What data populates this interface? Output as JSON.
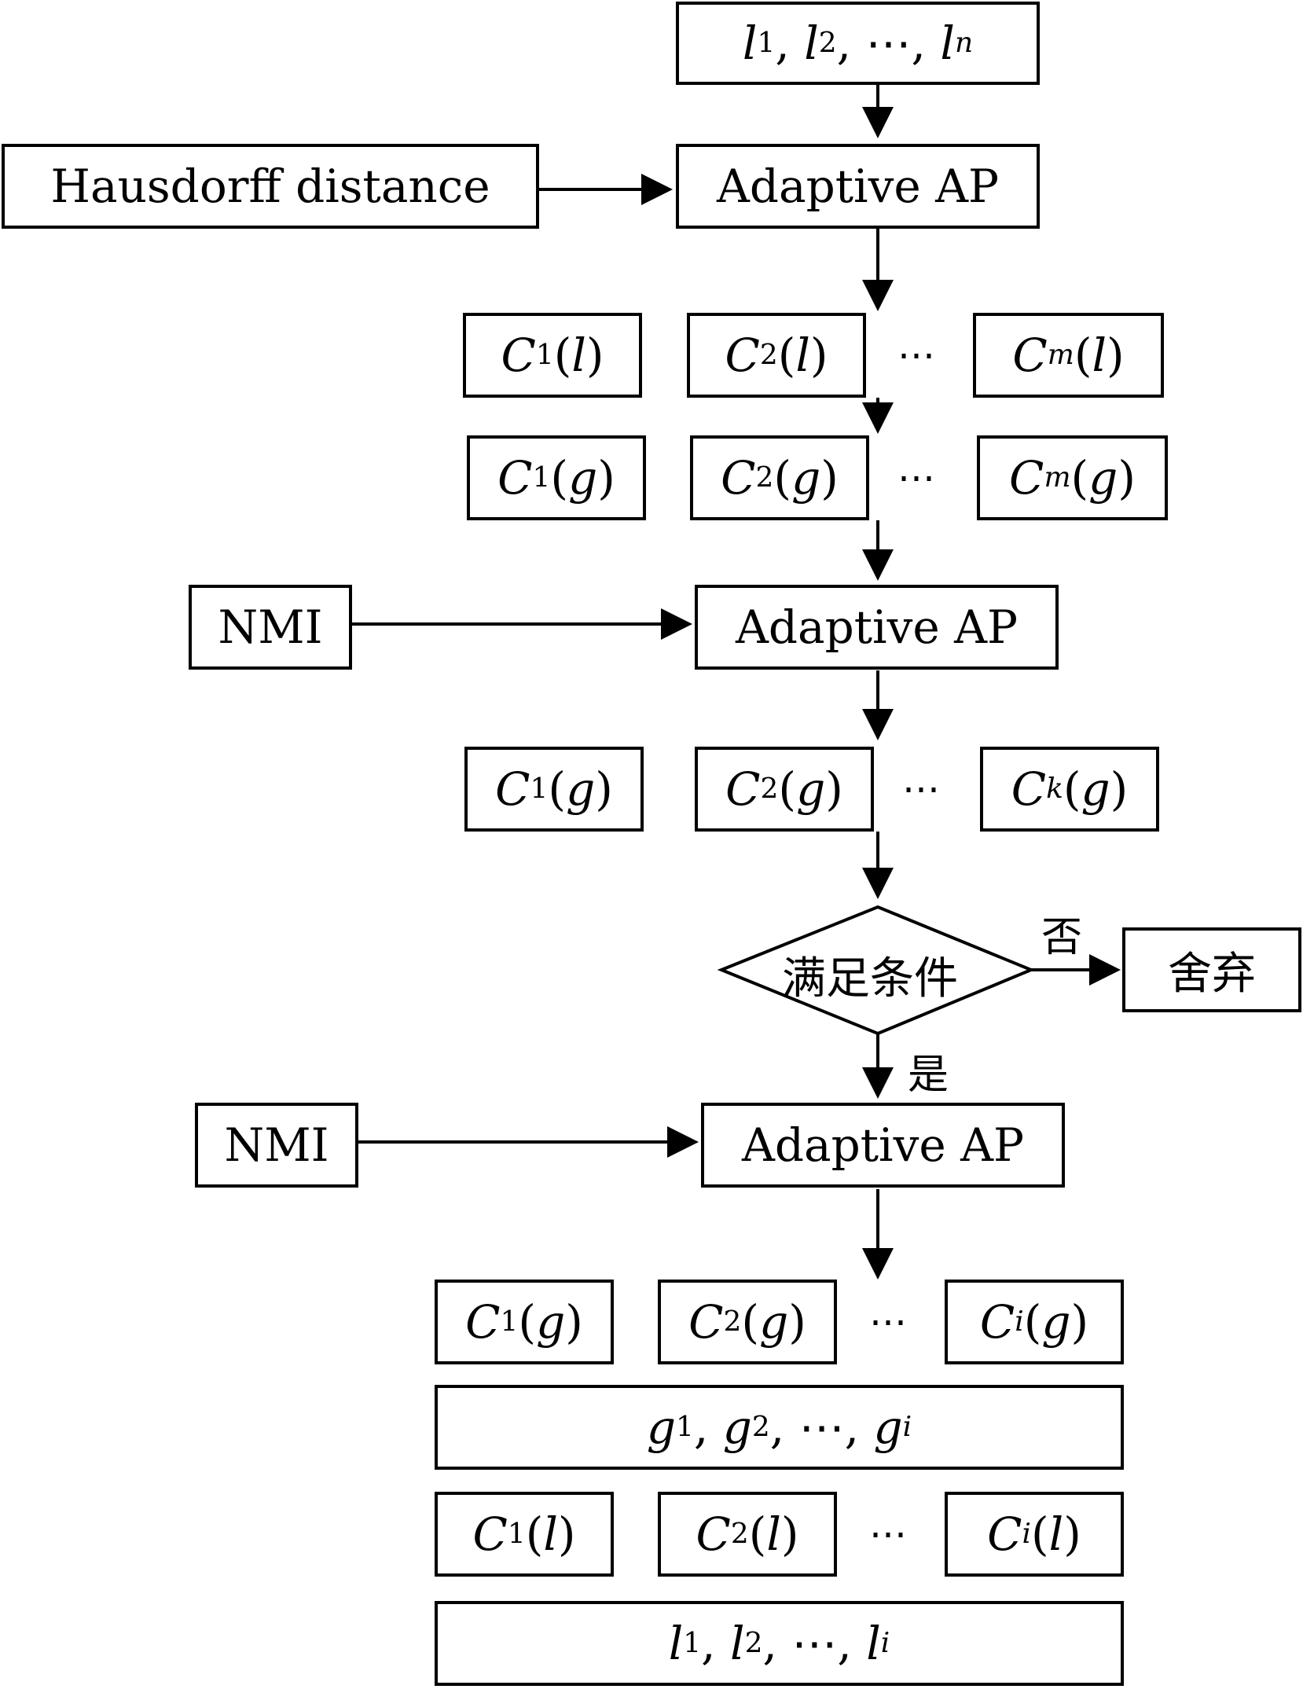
{
  "inputs_l": {
    "var": "l",
    "sub1": "1",
    "sub2": "2",
    "ellipsis": "⋯",
    "subn": "n"
  },
  "hausdorff": "Hausdorff distance",
  "adaptive_ap": "Adaptive AP",
  "nmi": "NMI",
  "ellipsis": "⋯",
  "row1": [
    {
      "var": "C",
      "sub": "1",
      "arg": "l"
    },
    {
      "var": "C",
      "sub": "2",
      "arg": "l"
    },
    {
      "var": "C",
      "sub": "m",
      "arg": "l"
    }
  ],
  "row2": [
    {
      "var": "C",
      "sub": "1",
      "arg": "g"
    },
    {
      "var": "C",
      "sub": "2",
      "arg": "g"
    },
    {
      "var": "C",
      "sub": "m",
      "arg": "g"
    }
  ],
  "row3": [
    {
      "var": "C",
      "sub": "1",
      "arg": "g"
    },
    {
      "var": "C",
      "sub": "2",
      "arg": "g"
    },
    {
      "var": "C",
      "sub": "k",
      "arg": "g"
    }
  ],
  "decision": "满足条件",
  "no_label": "否",
  "yes_label": "是",
  "discard": "舍弃",
  "row4": [
    {
      "var": "C",
      "sub": "1",
      "arg": "g"
    },
    {
      "var": "C",
      "sub": "2",
      "arg": "g"
    },
    {
      "var": "C",
      "sub": "i",
      "arg": "g"
    }
  ],
  "g_list": {
    "var": "g",
    "sub1": "1",
    "sub2": "2",
    "ellipsis": "⋯",
    "subi": "i"
  },
  "row5": [
    {
      "var": "C",
      "sub": "1",
      "arg": "l"
    },
    {
      "var": "C",
      "sub": "2",
      "arg": "l"
    },
    {
      "var": "C",
      "sub": "i",
      "arg": "l"
    }
  ],
  "l_list": {
    "var": "l",
    "sub1": "1",
    "sub2": "2",
    "ellipsis": "⋯",
    "subi": "i"
  }
}
